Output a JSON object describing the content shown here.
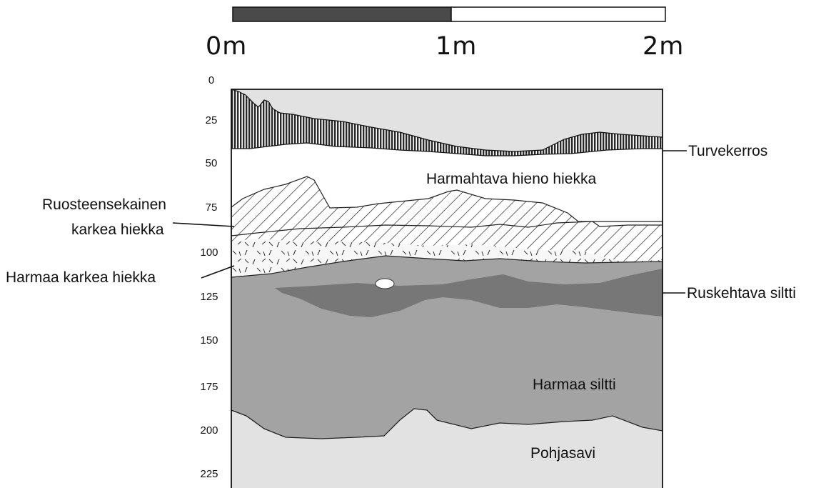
{
  "scale_bar": {
    "labels": [
      "0m",
      "1m",
      "2m"
    ]
  },
  "depth_axis": {
    "ticks": [
      "0",
      "25",
      "50",
      "75",
      "100",
      "125",
      "150",
      "175",
      "200",
      "225"
    ]
  },
  "layers": {
    "turvekerros": "Turvekerros",
    "harmahtava_hieno_hiekka": "Harmahtava hieno hiekka",
    "ruosteensekainen_line1": "Ruosteensekainen",
    "ruosteensekainen_line2": "karkea hiekka",
    "harmaa_karkea_hiekka": "Harmaa karkea hiekka",
    "ruskehtava_siltti": "Ruskehtava siltti",
    "harmaa_siltti": "Harmaa siltti",
    "pohjasavi": "Pohjasavi"
  },
  "colors": {
    "scale_dark": "#4a4a4a",
    "peat": "#2a2a2a",
    "fine_sand": "#ffffff",
    "rusty_sand": "#ffffff",
    "coarse_sand": "#f6f6f6",
    "grey_silt": "#a3a3a3",
    "brown_silt": "#777777",
    "clay": "#e2e2e2"
  }
}
